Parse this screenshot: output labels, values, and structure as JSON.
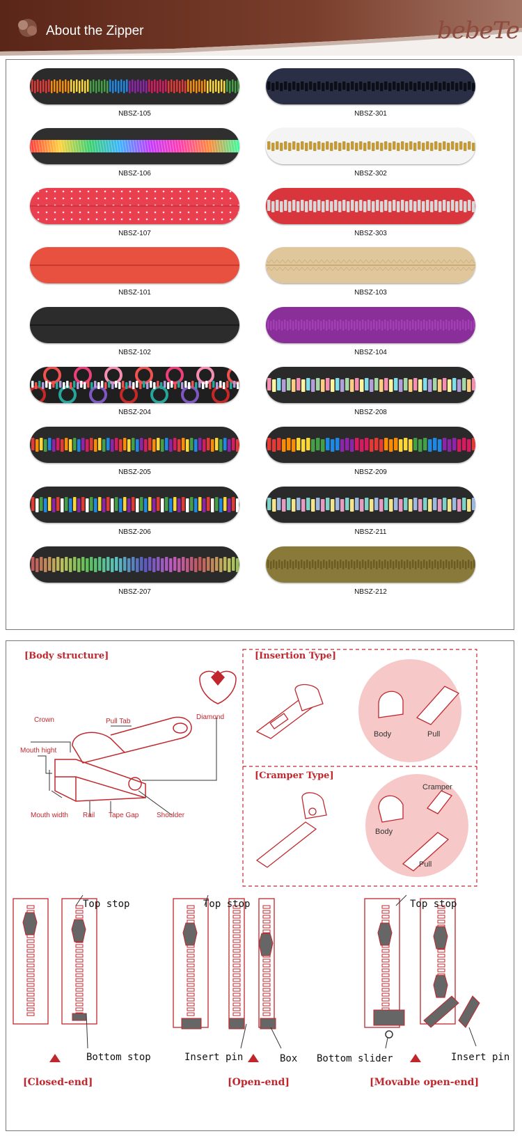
{
  "header": {
    "title": "About the Zipper",
    "logo": "bebeTe"
  },
  "swatches_left": [
    {
      "code": "NBSZ-105",
      "type": "rainbow-coil"
    },
    {
      "code": "NBSZ-106",
      "type": "rainbow-tape"
    },
    {
      "code": "NBSZ-107",
      "type": "dots"
    },
    {
      "code": "NBSZ-101",
      "type": "coral"
    },
    {
      "code": "NBSZ-102",
      "type": "black"
    },
    {
      "code": "NBSZ-204",
      "type": "circles"
    },
    {
      "code": "NBSZ-205",
      "type": "multicolor"
    },
    {
      "code": "NBSZ-206",
      "type": "multicolor2"
    },
    {
      "code": "NBSZ-207",
      "type": "gradient"
    }
  ],
  "swatches_right": [
    {
      "code": "NBSZ-301",
      "type": "navy-metal"
    },
    {
      "code": "NBSZ-302",
      "type": "white-gold"
    },
    {
      "code": "NBSZ-303",
      "type": "red-silver"
    },
    {
      "code": "NBSZ-103",
      "type": "beige"
    },
    {
      "code": "NBSZ-104",
      "type": "purple"
    },
    {
      "code": "NBSZ-208",
      "type": "pastel"
    },
    {
      "code": "NBSZ-209",
      "type": "rainbow-teeth"
    },
    {
      "code": "NBSZ-211",
      "type": "teal-glitter"
    },
    {
      "code": "NBSZ-212",
      "type": "olive"
    }
  ],
  "diagram": {
    "body_structure": "Body structure",
    "insertion_type": "Insertion Type",
    "cramper_type": "Cramper Type",
    "parts": {
      "crown": "Crown",
      "pull_tab": "Pull Tab",
      "diamond": "Diamond",
      "mouth_hight": "Mouth hight",
      "mouth_width": "Mouth width",
      "rail": "Rail",
      "tape_gap": "Tape Gap",
      "shoulder": "Shoulder"
    },
    "insertion_parts": {
      "body": "Body",
      "pull": "Pull"
    },
    "cramper_parts": {
      "cramper": "Cramper",
      "body": "Body",
      "pull": "Pull"
    },
    "closed_end": {
      "title": "Closed-end",
      "top_stop": "Top stop",
      "bottom_stop": "Bottom stop"
    },
    "open_end": {
      "title": "Open-end",
      "top_stop": "Top stop",
      "insert_pin": "Insert pin",
      "box": "Box"
    },
    "movable": {
      "title": "Movable open-end",
      "top_stop": "Top stop",
      "bottom_slider": "Bottom slider",
      "insert_pin": "Insert pin"
    }
  },
  "colors": {
    "header_brown": "#6b3424",
    "accent_red": "#c0272d",
    "pink": "#f5c6c6"
  }
}
